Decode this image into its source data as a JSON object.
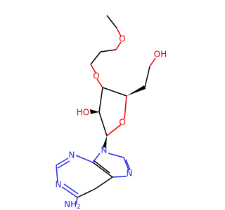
{
  "colors": {
    "bond": "#000000",
    "oxygen": "#e60000",
    "nitrogen": "#2a2ae6"
  },
  "labels": {
    "o_methoxy": "O",
    "o_ether": "O",
    "oh_2": "HO",
    "o_ring": "O",
    "oh_5": "OH",
    "n9": "N",
    "n7": "N",
    "n3": "N",
    "n1": "N",
    "nh2": "NH",
    "nh2_sub": "2"
  }
}
